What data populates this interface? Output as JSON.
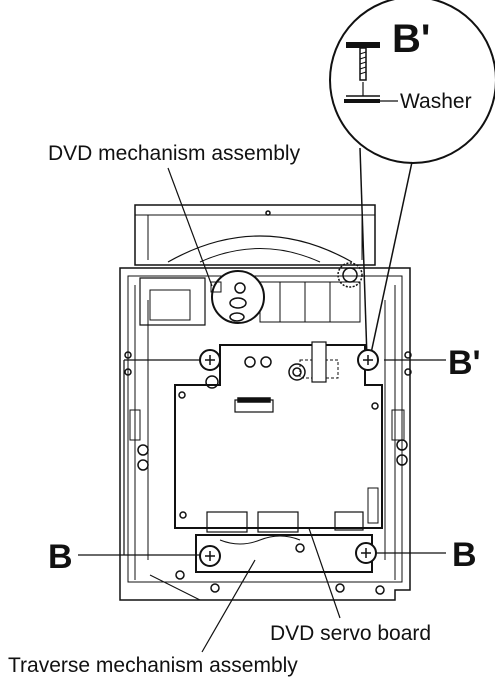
{
  "labels": {
    "dvd_mechanism": "DVD mechanism assembly",
    "dvd_servo_board": "DVD servo board",
    "traverse_mechanism": "Traverse mechanism assembly",
    "washer": "Washer",
    "screw_b_left": "B",
    "screw_b_right": "B",
    "screw_b_prime": "B'",
    "detail_b_prime": "B'"
  }
}
